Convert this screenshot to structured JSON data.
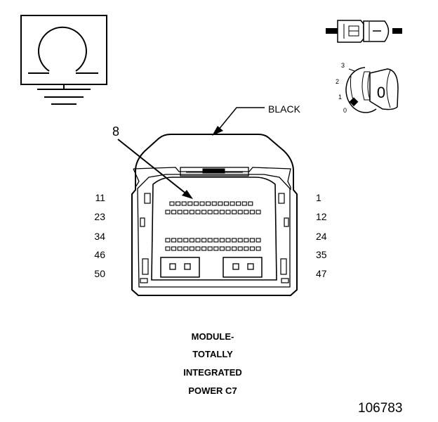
{
  "callouts": {
    "color": "BLACK",
    "pin": "8"
  },
  "pin_labels": {
    "left": [
      "11",
      "23",
      "34",
      "46",
      "50"
    ],
    "right": [
      "1",
      "12",
      "24",
      "35",
      "47"
    ]
  },
  "caption": [
    "MODULE-",
    "TOTALLY",
    "INTEGRATED",
    "POWER C7"
  ],
  "figure_number": "106783",
  "ignition": {
    "positions": [
      "3",
      "2",
      "1",
      "0"
    ],
    "key_label": "0"
  },
  "ground_symbol": {
    "name": "ground-icon"
  },
  "icons": [
    "ground-icon",
    "connector-plug-icon",
    "ignition-key-icon"
  ]
}
